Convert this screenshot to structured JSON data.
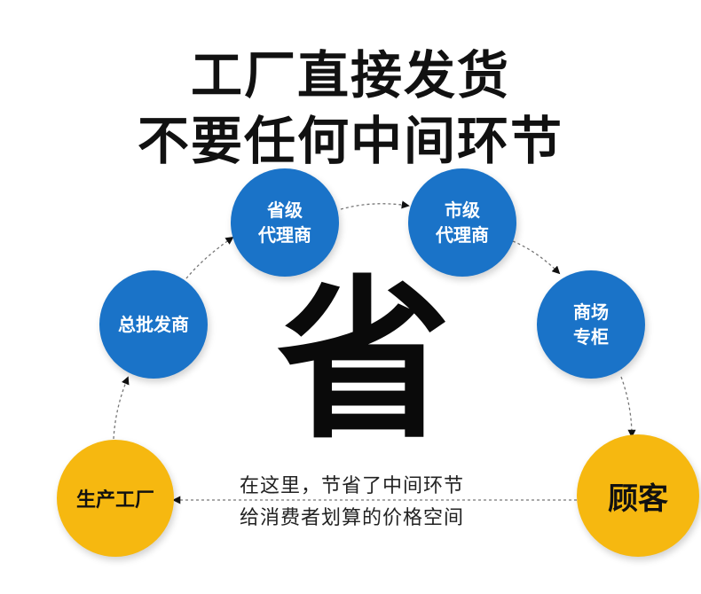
{
  "title": {
    "line1": "工厂直接发货",
    "line2": "不要任何中间环节"
  },
  "nodes": {
    "factory": "生产工厂",
    "wholesale": "总批发商",
    "province_line1": "省级",
    "province_line2": "代理商",
    "city_line1": "市级",
    "city_line2": "代理商",
    "mall_line1": "商场",
    "mall_line2": "专柜",
    "customer": "顾客"
  },
  "center_char": "省",
  "note": {
    "line1": "在这里，节省了中间环节",
    "line2": "给消费者划算的价格空间"
  },
  "colors": {
    "blue": "#1a73c8",
    "yellow": "#f6b810",
    "text": "#111111"
  }
}
